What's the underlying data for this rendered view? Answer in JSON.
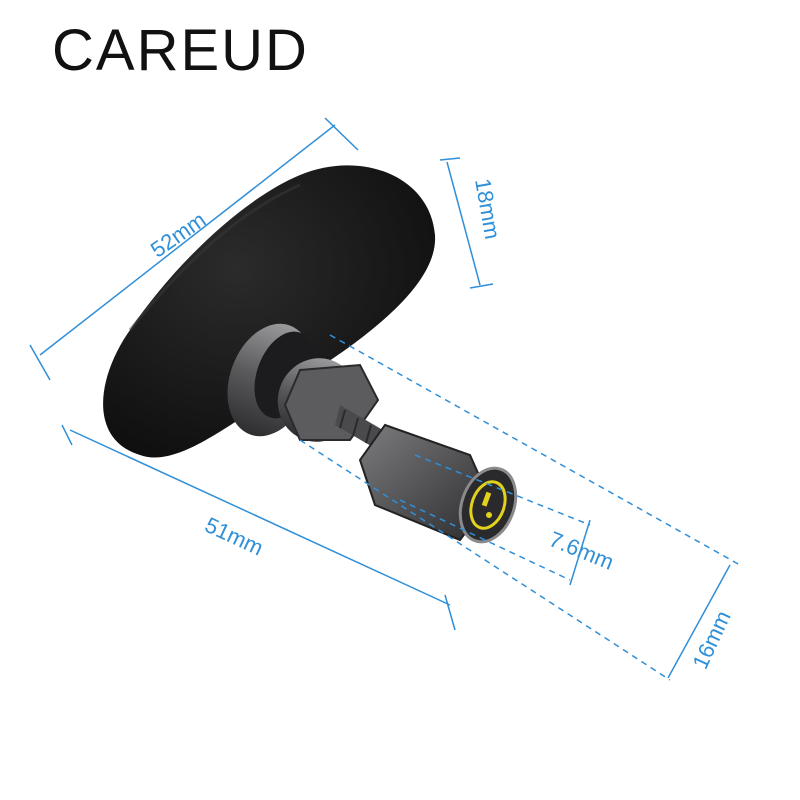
{
  "brand": {
    "name": "CAREUD"
  },
  "dimensions": {
    "body_length": "52mm",
    "body_height": "18mm",
    "overall_length": "51mm",
    "nozzle_diameter": "7.6mm",
    "stem_diameter": "16mm"
  },
  "colors": {
    "dimension_line": "#2f8fd8",
    "sensor_body": "#1a1a1a",
    "metal": "#6e6e70",
    "cap_mark": "#e3d21b"
  }
}
